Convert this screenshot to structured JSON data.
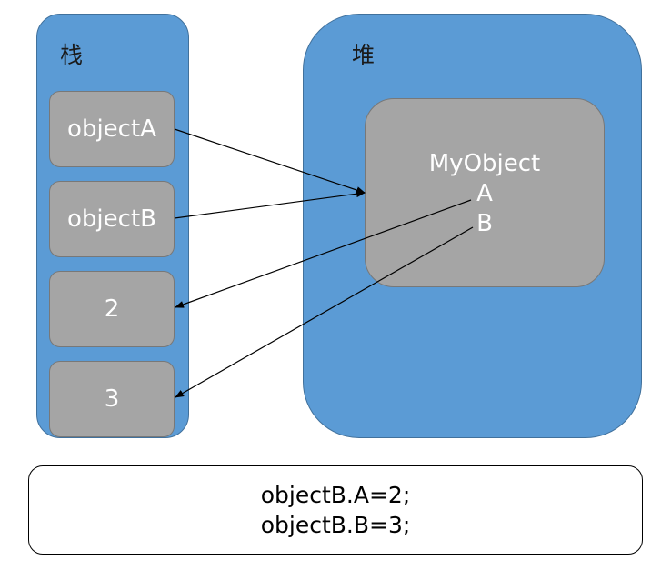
{
  "stack": {
    "title": "栈",
    "slots": [
      "objectA",
      "objectB",
      "2",
      "3"
    ]
  },
  "heap": {
    "title": "堆",
    "object": {
      "name": "MyObject",
      "fields": [
        "A",
        "B"
      ]
    }
  },
  "code": {
    "lines": [
      "objectB.A=2;",
      "objectB.B=3;"
    ]
  },
  "colors": {
    "panel": "#5b9bd5",
    "box": "#a5a5a5",
    "arrow": "#000000"
  }
}
